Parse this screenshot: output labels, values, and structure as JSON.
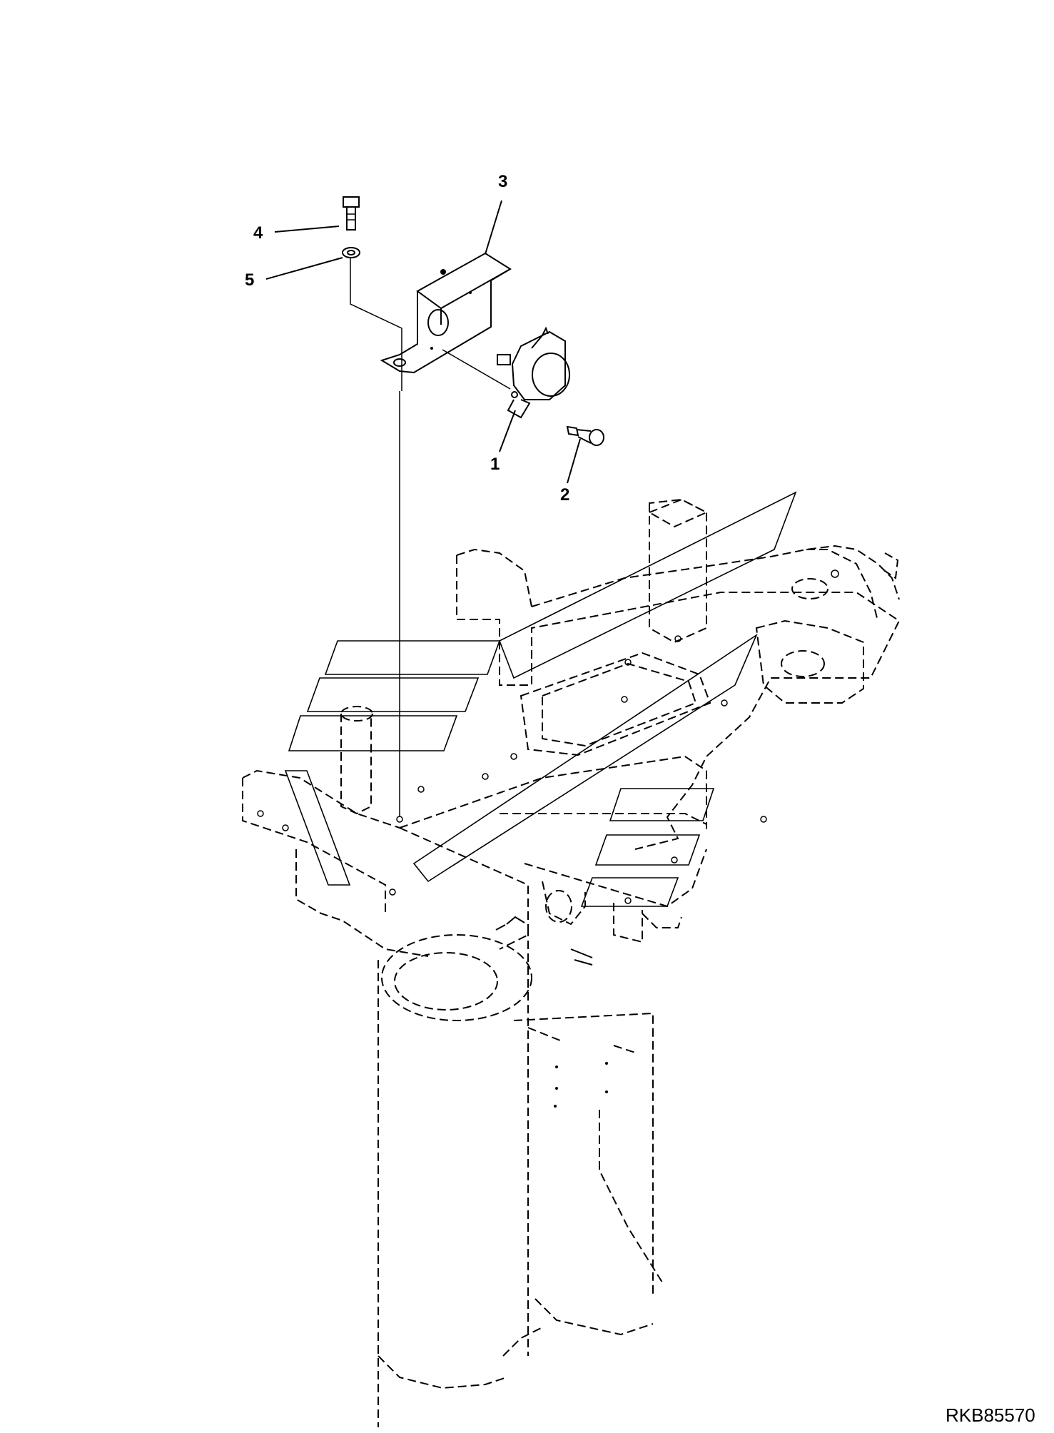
{
  "diagram": {
    "reference_code": "RKB85570",
    "callouts": [
      {
        "id": "callout-1",
        "label": "1"
      },
      {
        "id": "callout-2",
        "label": "2"
      },
      {
        "id": "callout-3",
        "label": "3"
      },
      {
        "id": "callout-4",
        "label": "4"
      },
      {
        "id": "callout-5",
        "label": "5"
      }
    ]
  }
}
